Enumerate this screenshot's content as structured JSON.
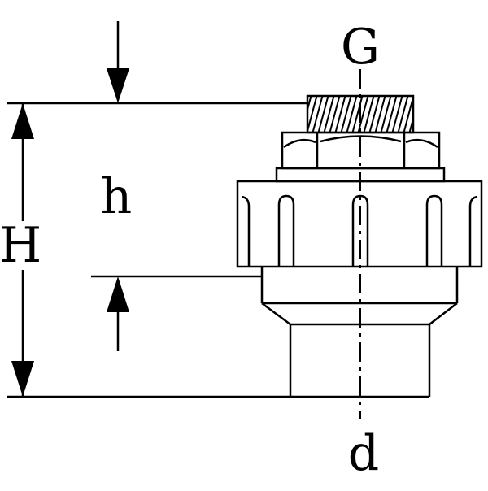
{
  "diagram": {
    "type": "technical-drawing",
    "labels": {
      "thread": "G",
      "partial_height": "h",
      "total_height": "H",
      "diameter": "d"
    },
    "colors": {
      "line": "#000000",
      "background": "#ffffff"
    }
  }
}
